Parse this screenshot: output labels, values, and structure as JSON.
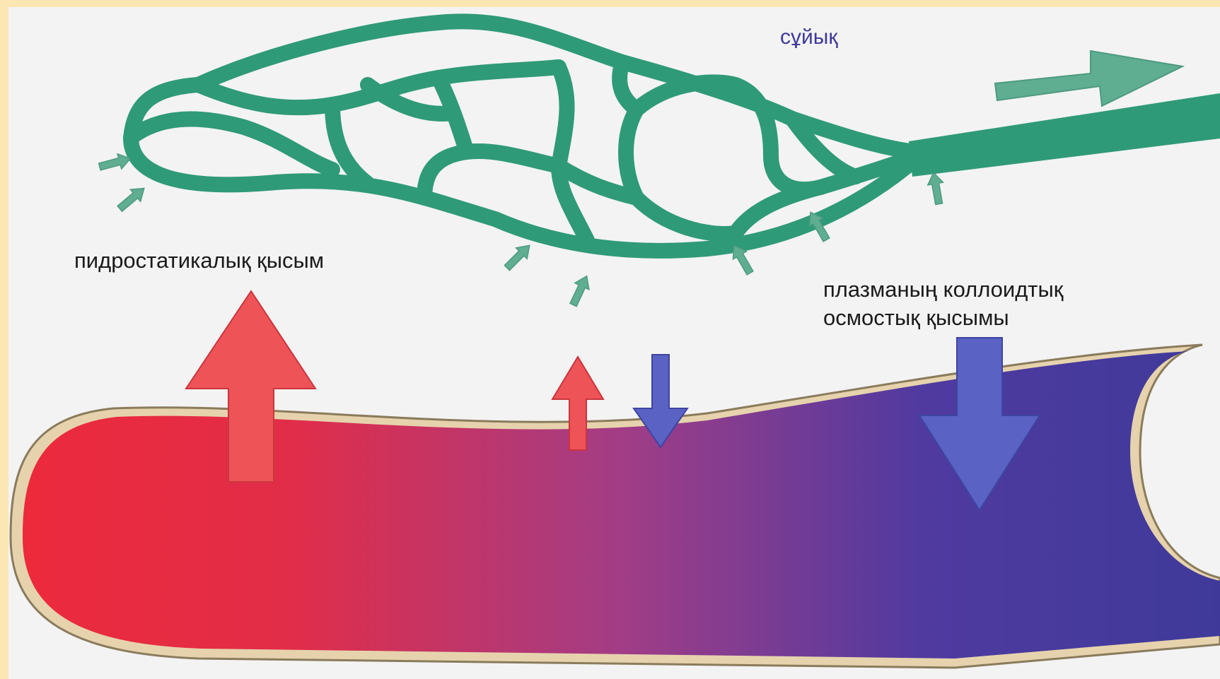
{
  "labels": {
    "fluid": "сұйық",
    "hydrostatic_pressure": "пидростатикалық қысым",
    "oncotic_pressure_line1": "плазманың коллоидтық",
    "oncotic_pressure_line2": "осмостық қысымы"
  },
  "colors": {
    "frame_background": "#fbe6b4",
    "panel_background": "#f3f3f3",
    "lymph_vessel": "#2f9a78",
    "lymph_arrow": "#5fae92",
    "capillary_arterial_end": "#ec2a3c",
    "capillary_middle": "#a03d8a",
    "capillary_venous_end": "#3f3a9a",
    "capillary_wall": "#e6d3ad",
    "filtration_arrow": "#ee5358",
    "reabsorption_arrow": "#5a62c4",
    "fluid_label": "#3f3a9a"
  }
}
